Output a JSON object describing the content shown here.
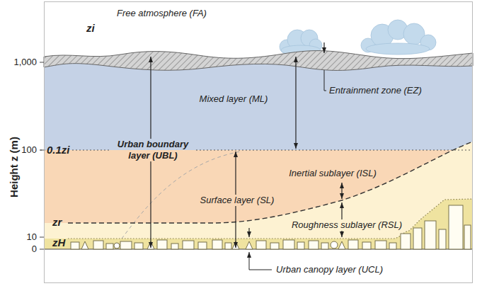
{
  "diagram": {
    "labels": [
      "Free atmosphere (FA)",
      "1,000",
      "zi",
      "Entrainment zone (EZ)",
      "Mixed layer (ML)",
      "100",
      "0.1zi",
      "Urban boundary layer (UBL)",
      "Inertial sublayer (ISL)",
      "Surface layer (SL)",
      "zr",
      "Roughness sublayer (RSL)",
      "10",
      "zH",
      "0",
      "Urban canopy layer (UCL)",
      "Height z (m)"
    ]
  }
}
